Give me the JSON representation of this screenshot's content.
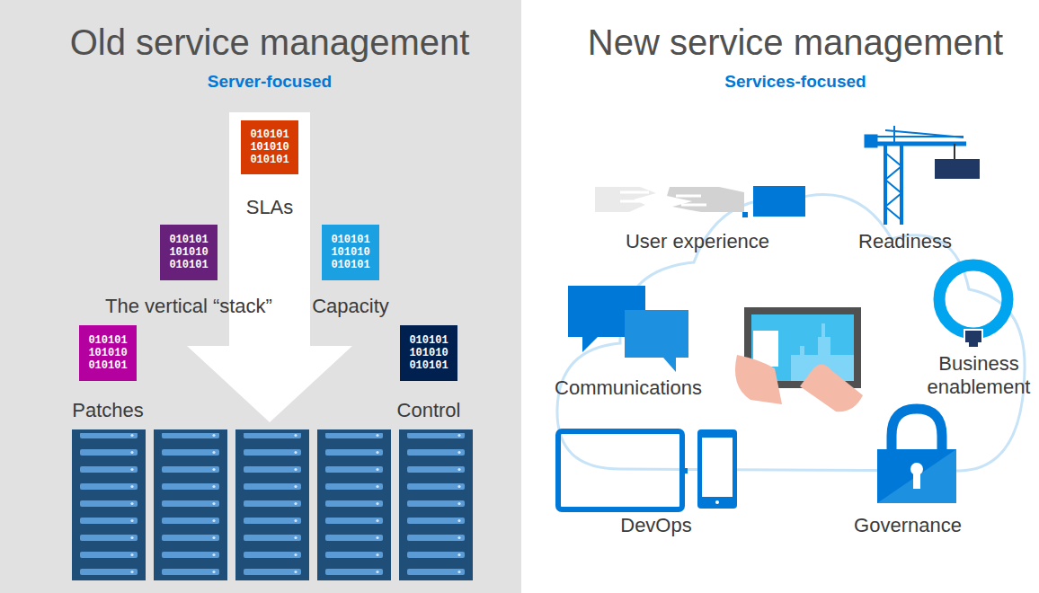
{
  "diagram": {
    "nodes": [
      {
        "text": [
          "010101 101010 010101",
          "SLAs"
        ]
      },
      {
        "text": [
          "010101 101010 010101",
          "The vertical “stack”"
        ]
      },
      {
        "text": [
          "010101 101010 010101",
          "Capacity"
        ]
      },
      {
        "text": [
          "010101 101010 010101",
          "Patches"
        ]
      },
      {
        "text": [
          "010101 101010 010101",
          "Control"
        ]
      }
    ],
    "labels": [
      "Old service management",
      "Server-focused",
      "New service management",
      "Services-focused",
      "User experience",
      "Readiness",
      "Communications",
      "Business enablement",
      "DevOps",
      "Governance"
    ]
  }
}
